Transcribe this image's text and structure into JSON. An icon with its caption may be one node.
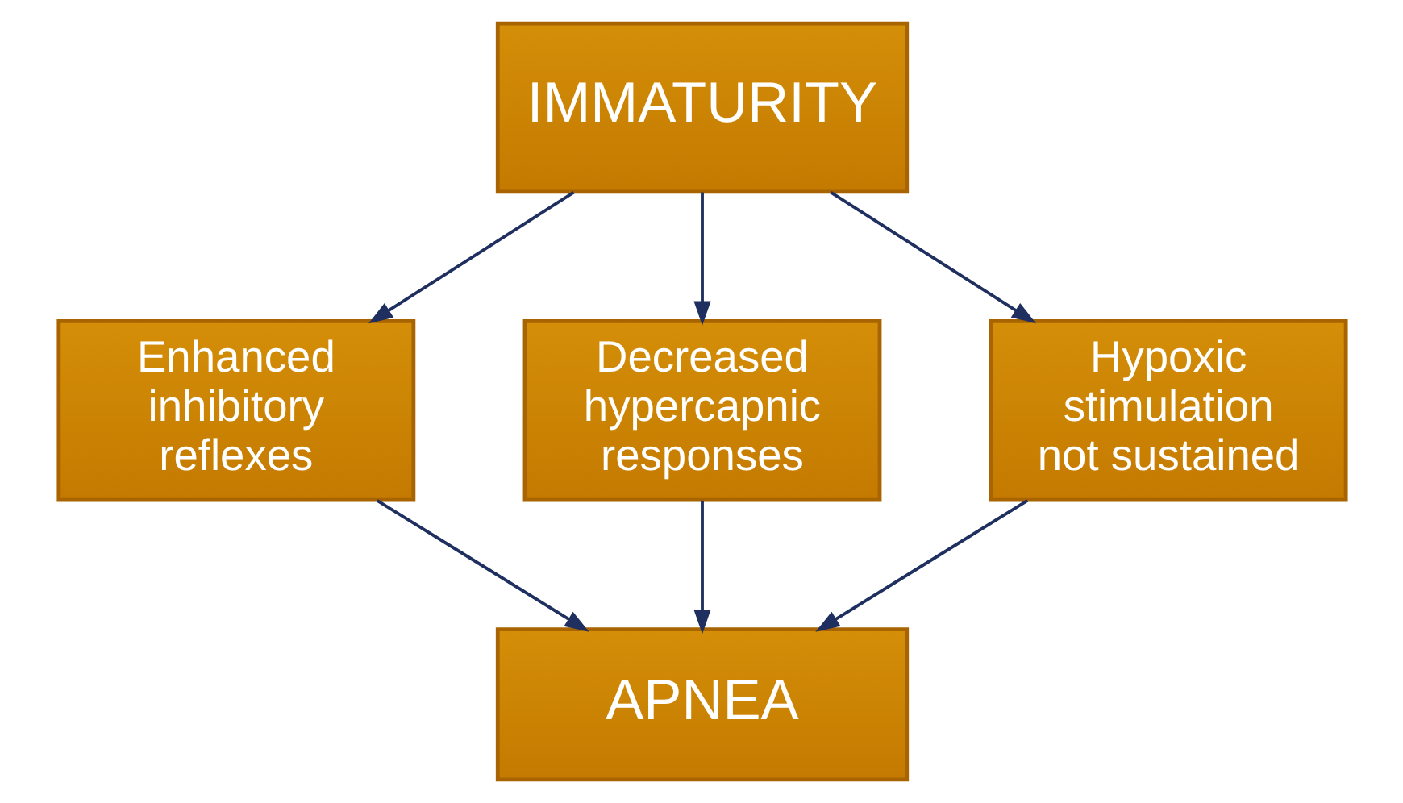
{
  "diagram": {
    "nodes": [
      {
        "text": [
          "IMMATURITY"
        ]
      },
      {
        "text": [
          "Enhanced inhibitory reflexes"
        ]
      },
      {
        "text": [
          "Decreased hypercapnic responses"
        ]
      },
      {
        "text": [
          "Hypoxic stimulation not sustained"
        ]
      },
      {
        "text": [
          "APNEA"
        ]
      }
    ],
    "edges": [
      {
        "from": 0,
        "to": 1,
        "arrow": "to"
      },
      {
        "from": 0,
        "to": 2,
        "arrow": "to"
      },
      {
        "from": 0,
        "to": 3,
        "arrow": "to"
      },
      {
        "from": 1,
        "to": 4,
        "arrow": "to"
      },
      {
        "from": 2,
        "to": 4,
        "arrow": "to"
      },
      {
        "from": 3,
        "to": 4,
        "arrow": "to"
      }
    ]
  }
}
